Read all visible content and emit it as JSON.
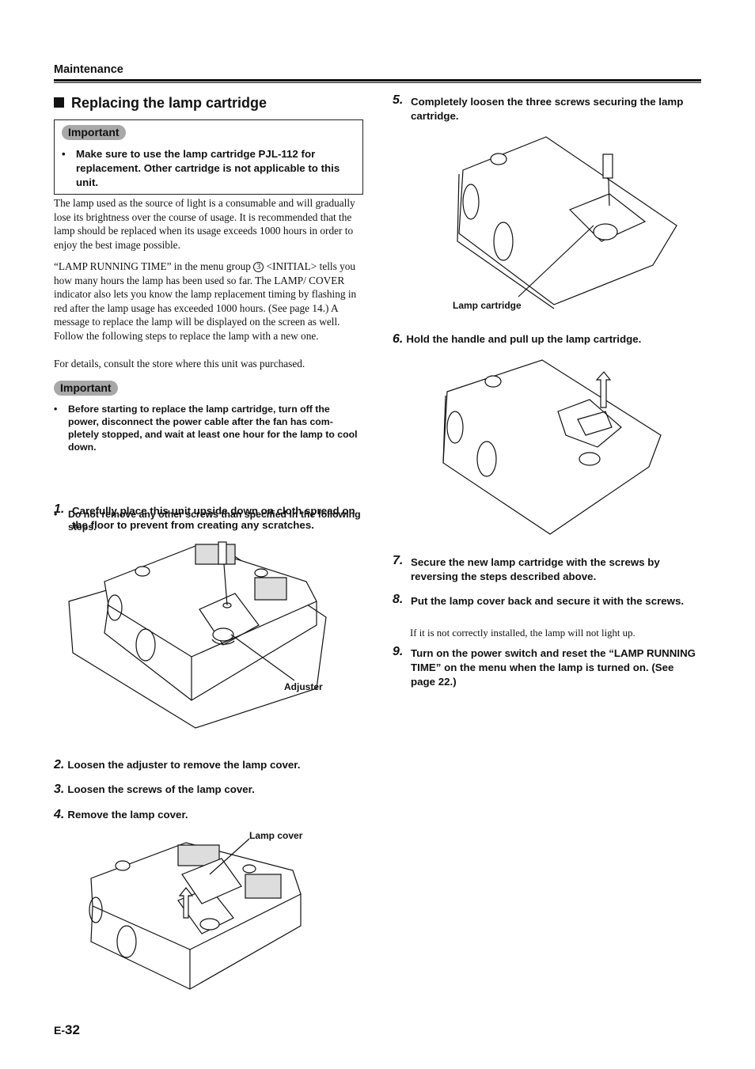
{
  "header": {
    "section": "Maintenance"
  },
  "title": "Replacing the lamp cartridge",
  "important_box": {
    "badge": "Important",
    "bullet": "Make sure to use the lamp cartridge PJL-112 for replacement. Other cartridge is not applicable to this unit."
  },
  "intro": {
    "p1": "The lamp used as the source of light is a consumable and will gradually lose its brightness over the course of usage. It is recommended that the lamp should be replaced when its usage exceeds 1000 hours in order to enjoy the best image possible.",
    "p2_pre": "“LAMP RUNNING TIME” in the menu group ",
    "p2_circle": "3",
    "p2_post": " <INITIAL> tells you how many hours the lamp has been used so far. The LAMP/ COVER indicator also lets you know the lamp replacement timing by flashing in red after the lamp usage has exceeded 1000 hours. (See page 14.) A message to replace the lamp will be displayed on the screen as well. Follow the following steps to replace the lamp with a new one.",
    "p3": "For details, consult the store where this unit was purchased."
  },
  "important2": {
    "badge": "Important",
    "bullets": [
      "Before starting to replace the lamp cartridge, turn off the power, disconnect the power cable after the fan has com-pletely stopped, and wait at least one hour for the lamp to cool down.",
      "Do not remove any other screws than specified in the following steps."
    ]
  },
  "steps": {
    "s1": {
      "num": "1.",
      "text": "Carefully place this unit upside down on cloth spread on the floor to prevent from creating any scratches."
    },
    "s2": {
      "num": "2.",
      "text": "Loosen the adjuster to remove the lamp cover."
    },
    "s3": {
      "num": "3.",
      "text": "Loosen the screws of the lamp cover."
    },
    "s4": {
      "num": "4.",
      "text": "Remove the lamp cover."
    },
    "s5": {
      "num": "5.",
      "text": "Completely loosen the three screws securing the lamp cartridge."
    },
    "s6": {
      "num": "6.",
      "text": "Hold the handle and pull up the lamp cartridge."
    },
    "s7": {
      "num": "7.",
      "text": "Secure the new lamp cartridge with the screws by reversing the steps described above."
    },
    "s8": {
      "num": "8.",
      "text": "Put the lamp cover back and secure it with the screws.",
      "note": "If it is not correctly installed, the lamp will not light up."
    },
    "s9": {
      "num": "9.",
      "text": "Turn on the power switch and reset the “LAMP RUNNING TIME” on the menu when the lamp is turned on. (See page 22.)"
    }
  },
  "figures": {
    "fig1_label": "Adjuster",
    "fig2_label": "Lamp cover",
    "fig3_label": "Lamp cartridge"
  },
  "footer": {
    "prefix": "E-",
    "page": "32"
  }
}
